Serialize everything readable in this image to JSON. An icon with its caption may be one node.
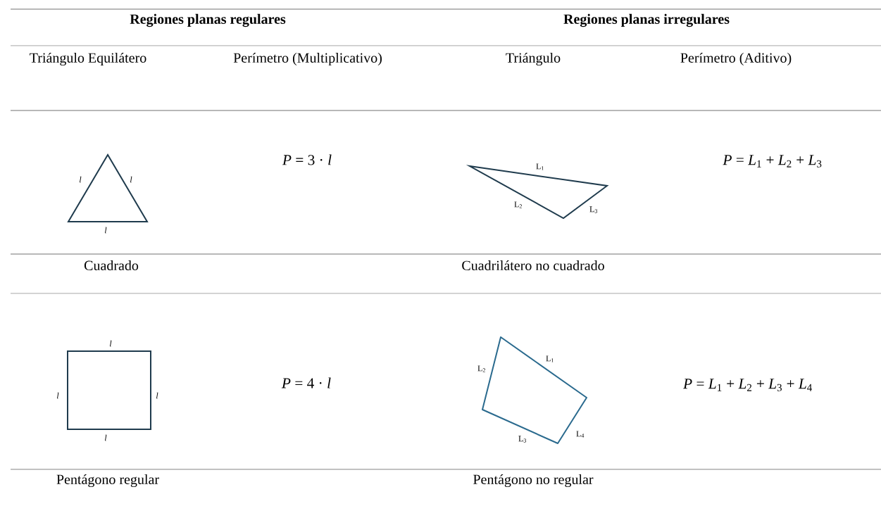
{
  "diagram": {
    "labels": [
      "Regiones planas regulares",
      "Regiones planas irregulares",
      "Triángulo Equilátero",
      "Perímetro (Multiplicativo)",
      "Triángulo",
      "Perímetro (Aditivo)",
      "*l*",
      "*l*",
      "*l*",
      "*P* = 3 · *l*",
      "L$_{1}$",
      "L$_{2}$",
      "L$_{3}$",
      "*P* = *L*$_{1}$ + *L*$_{2}$ + *L*$_{3}$",
      "Cuadrado",
      "Cuadrilátero no cuadrado",
      "*l*",
      "*l*",
      "*l*",
      "*l*",
      "*P* = 4 · *l*",
      "L$_{1}$",
      "L$_{2}$",
      "L$_{3}$",
      "L$_{4}$",
      "*P* = *L*$_{1}$ + *L*$_{2}$ + *L*$_{3}$ + *L*$_{4}$",
      "Pentágono regular",
      "Pentágono no regular"
    ]
  }
}
